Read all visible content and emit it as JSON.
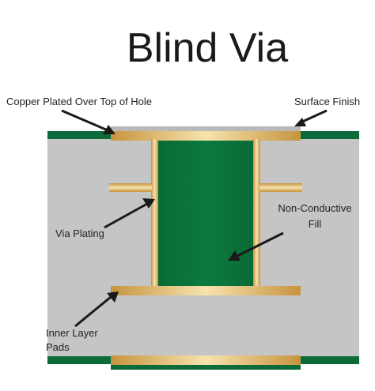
{
  "title": "Blind Via",
  "labels": {
    "copper_plated": "Copper Plated Over  Top of Hole",
    "surface_finish": "Surface Finish",
    "via_plating": "Via Plating",
    "non_conductive_line1": "Non-Conductive",
    "non_conductive_line2": "Fill",
    "inner_layer_line1": "Inner Layer",
    "inner_layer_line2": "Pads"
  },
  "colors": {
    "board": "#c5c5c5",
    "solder_mask": "#0b6b3a",
    "fill": "#0a7a3e",
    "copper_light": "#f6e3ae",
    "copper_dark": "#c7943f",
    "surface_finish": "#b9b9b9",
    "text": "#222222"
  }
}
